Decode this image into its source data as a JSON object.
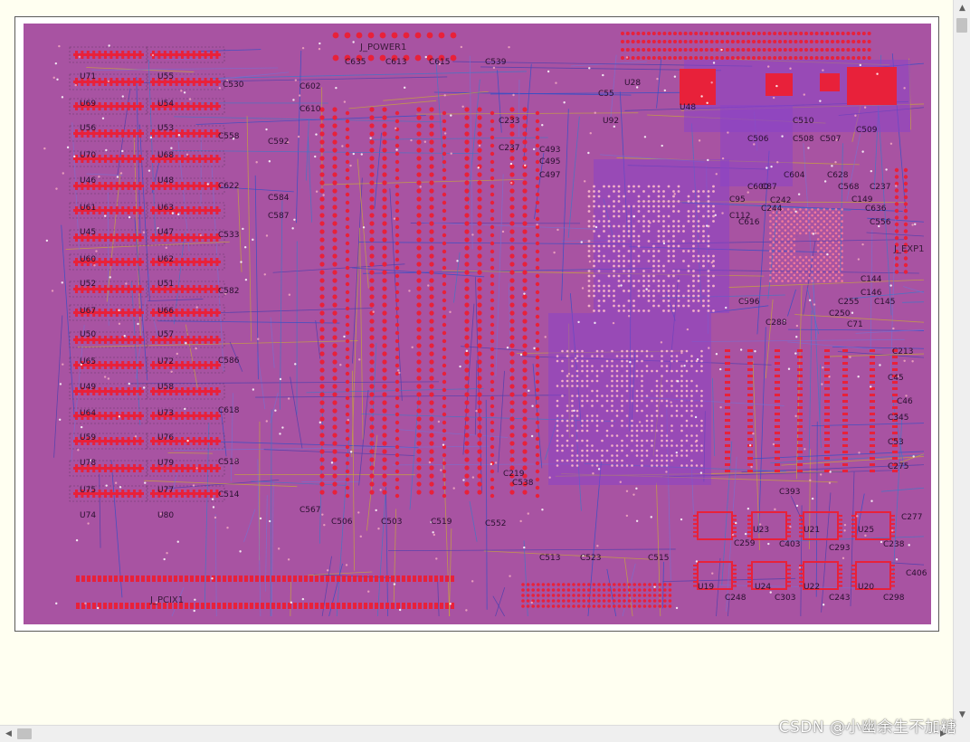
{
  "board": {
    "background_color": "#a853a2",
    "trace_colors": [
      "#4a3fae",
      "#2f4fc8",
      "#7a6fd0",
      "#c9a63a",
      "#3f78c8"
    ],
    "pad_color": "#e8213a",
    "highlight_color": "#8a44c6",
    "connector_labels": {
      "power": "J_POWER1",
      "pci": "J_PCIX1",
      "expansion": "J_EXP1"
    },
    "ref_labels_left": [
      "U71",
      "U55",
      "U69",
      "U54",
      "U56",
      "U53",
      "U70",
      "U68",
      "U46",
      "U48",
      "U61",
      "U63",
      "U45",
      "U47",
      "U60",
      "U62",
      "U52",
      "U51",
      "U67",
      "U66",
      "U50",
      "U57",
      "U65",
      "U72",
      "U49",
      "U58",
      "U64",
      "U73",
      "U59",
      "U76",
      "U78",
      "U79",
      "U75",
      "U77",
      "U74",
      "U80"
    ],
    "ref_labels_cap": [
      "C602",
      "C610",
      "C539",
      "C615",
      "C613",
      "C635",
      "C530",
      "C558",
      "C622",
      "C533",
      "C582",
      "C586",
      "C618",
      "C518",
      "C514",
      "C567",
      "C513",
      "C523",
      "C515",
      "C552",
      "C519",
      "C503",
      "C506",
      "C538",
      "C219",
      "C233",
      "C237",
      "C493",
      "C495",
      "C497",
      "C592",
      "C584",
      "C587",
      "C55",
      "C604",
      "C628",
      "C568",
      "C149",
      "C237",
      "C636",
      "C556",
      "C144",
      "C146",
      "C145",
      "C255",
      "C250",
      "C71",
      "C288",
      "C596",
      "C616",
      "C244",
      "C242",
      "C600",
      "C87",
      "C95",
      "C112",
      "C506",
      "C508",
      "C507",
      "C509",
      "C510",
      "C345",
      "C213",
      "C46",
      "C45",
      "C53",
      "C275",
      "C393",
      "C403",
      "C303",
      "C243",
      "C298",
      "C259",
      "C248",
      "C406",
      "C277",
      "C238",
      "C293"
    ],
    "ref_labels_right": [
      "U48",
      "U92",
      "U19",
      "U24",
      "U22",
      "U20",
      "U23",
      "U21",
      "U25",
      "U28"
    ]
  },
  "watermark": {
    "text": "CSDN @小幽余生不加糖"
  },
  "scrollbar": {
    "up_arrow": "▲",
    "down_arrow": "▼",
    "left_arrow": "◀",
    "right_arrow": "▶"
  }
}
